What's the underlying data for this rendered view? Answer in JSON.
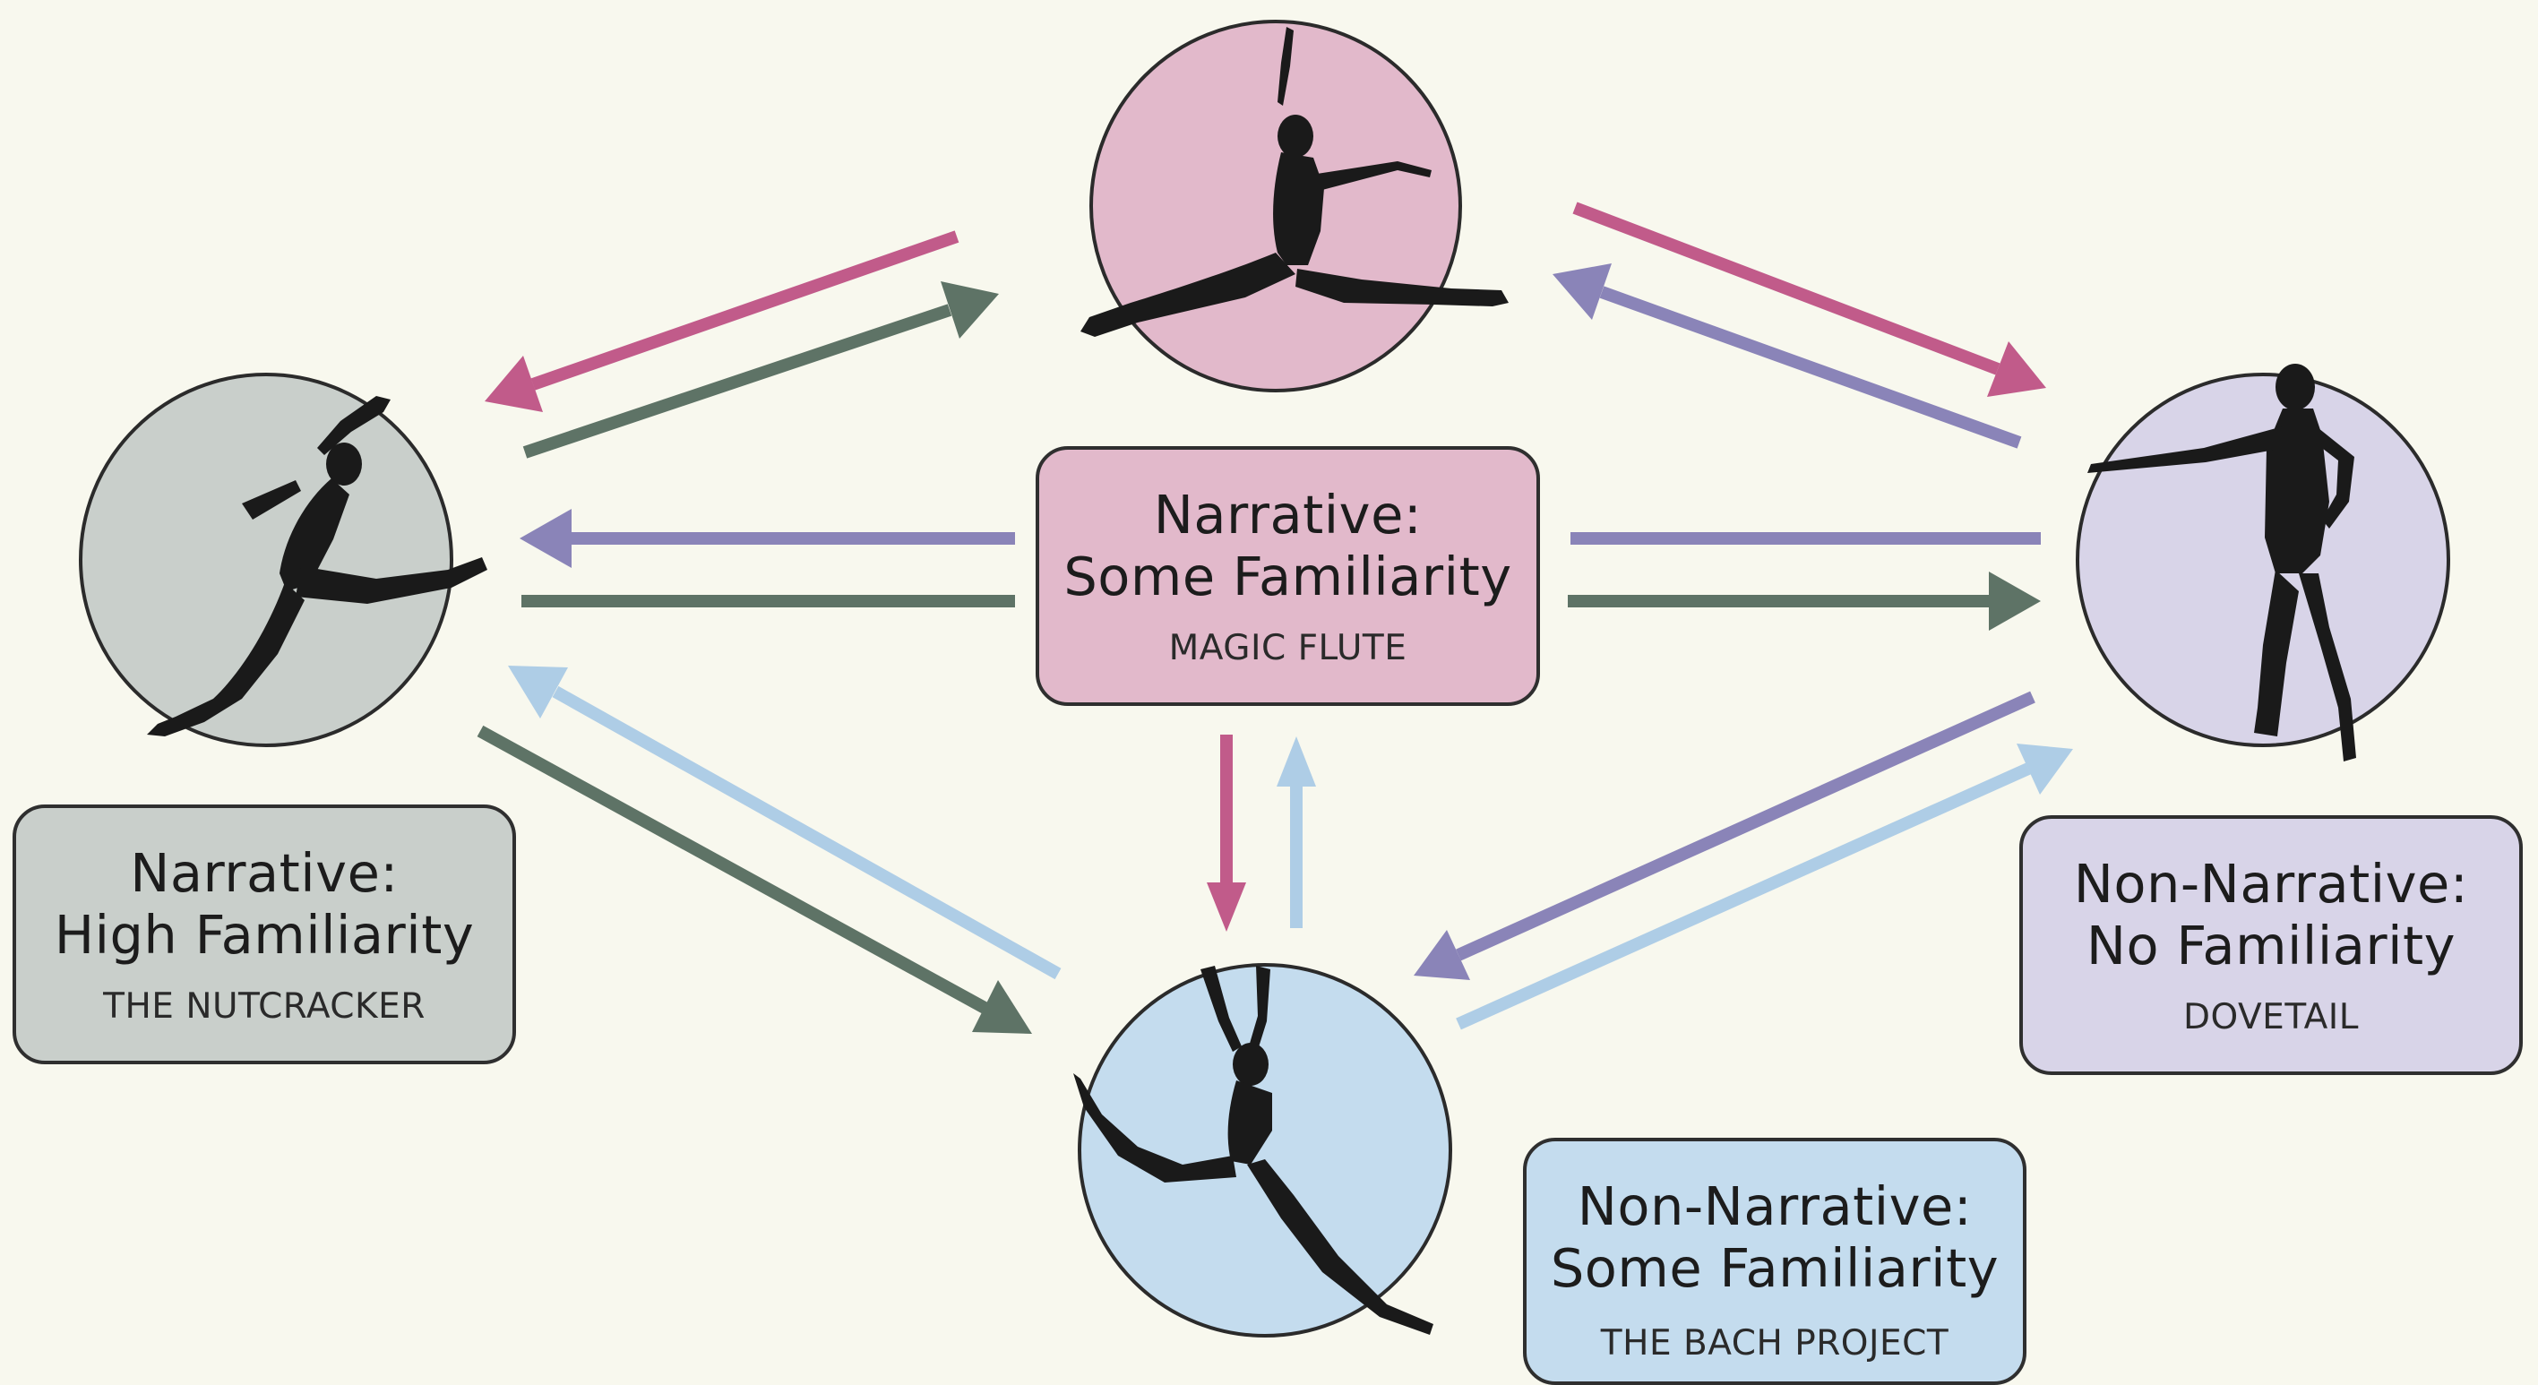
{
  "colors": {
    "background": "#f8f8ee",
    "pink": "#c15b8a",
    "green": "#5e7366",
    "purple": "#8a84b8",
    "light_blue": "#aecde6",
    "fill_pink": "#e2b9cb",
    "fill_gray": "#c9cfcb",
    "fill_purple": "#d8d4e8",
    "fill_blue": "#c4dcee"
  },
  "nodes": [
    {
      "id": "narrative-high-familiarity",
      "title_line1": "Narrative:",
      "title_line2": "High Familiarity",
      "work": "THE NUTCRACKER",
      "fill": "#c9cfcb",
      "icon": "dancer-split-leap-silhouette"
    },
    {
      "id": "narrative-some-familiarity",
      "title_line1": "Narrative:",
      "title_line2": "Some Familiarity",
      "work": "MAGIC FLUTE",
      "fill": "#e2b9cb",
      "icon": "dancer-grand-jete-silhouette"
    },
    {
      "id": "non-narrative-no-familiarity",
      "title_line1": "Non-Narrative:",
      "title_line2": "No Familiarity",
      "work": "DOVETAIL",
      "fill": "#d8d4e8",
      "icon": "dancer-standing-silhouette"
    },
    {
      "id": "non-narrative-some-familiarity",
      "title_line1": "Non-Narrative:",
      "title_line2": "Some Familiarity",
      "work": "THE BACH PROJECT",
      "fill": "#c4dcee",
      "icon": "dancer-stag-leap-silhouette"
    }
  ],
  "edges": [
    {
      "from": "narrative-some-familiarity",
      "to": "narrative-high-familiarity",
      "color": "#c15b8a"
    },
    {
      "from": "narrative-high-familiarity",
      "to": "narrative-some-familiarity",
      "color": "#5e7366"
    },
    {
      "from": "narrative-some-familiarity",
      "to": "non-narrative-no-familiarity",
      "color": "#c15b8a"
    },
    {
      "from": "non-narrative-no-familiarity",
      "to": "narrative-some-familiarity",
      "color": "#8a84b8"
    },
    {
      "from": "non-narrative-no-familiarity",
      "to": "narrative-high-familiarity",
      "color": "#8a84b8"
    },
    {
      "from": "narrative-high-familiarity",
      "to": "non-narrative-no-familiarity",
      "color": "#5e7366"
    },
    {
      "from": "narrative-high-familiarity",
      "to": "non-narrative-some-familiarity",
      "color": "#5e7366"
    },
    {
      "from": "non-narrative-some-familiarity",
      "to": "narrative-high-familiarity",
      "color": "#aecde6"
    },
    {
      "from": "narrative-some-familiarity",
      "to": "non-narrative-some-familiarity",
      "color": "#c15b8a"
    },
    {
      "from": "non-narrative-some-familiarity",
      "to": "narrative-some-familiarity",
      "color": "#aecde6"
    },
    {
      "from": "non-narrative-no-familiarity",
      "to": "non-narrative-some-familiarity",
      "color": "#8a84b8"
    },
    {
      "from": "non-narrative-some-familiarity",
      "to": "non-narrative-no-familiarity",
      "color": "#aecde6"
    }
  ]
}
